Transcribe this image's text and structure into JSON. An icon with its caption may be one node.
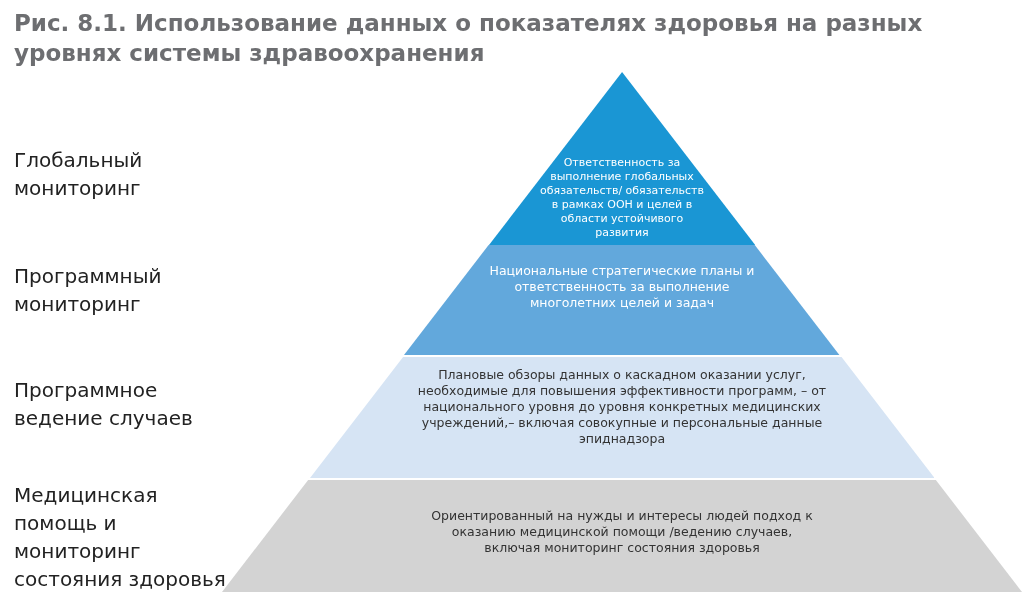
{
  "diagram": {
    "title": "Рис. 8.1. Использование данных о показателях здоровья на разных уровнях системы здравоохранения",
    "nodes": [
      {
        "text": [
          "Ответственность за выполнение глобальных обязательств/ обязательств в рамках ООН и целей в области устойчивого развития"
        ]
      },
      {
        "text": [
          "Национальные стратегические планы и ответственность за выполнение многолетних целей и задач"
        ]
      },
      {
        "text": [
          "Плановые обзоры данных о каскадном оказании услуг, необходимые для повышения эффективности программ, – от национального уровня до уровня конкретных медицинских учреждений,– включая совокупные и персональные данные эпиднадзора"
        ]
      },
      {
        "text": [
          "Ориентированный на нужды и интересы людей подход к оказанию медицинской помощи /ведению случаев, включая мониторинг состояния здоровья"
        ]
      }
    ],
    "labels": [
      "Глобальный мониторинг",
      "Программный мониторинг",
      "Программное ведение случаев",
      "Медицинская помощь и мониторинг состояния здоровья"
    ]
  }
}
